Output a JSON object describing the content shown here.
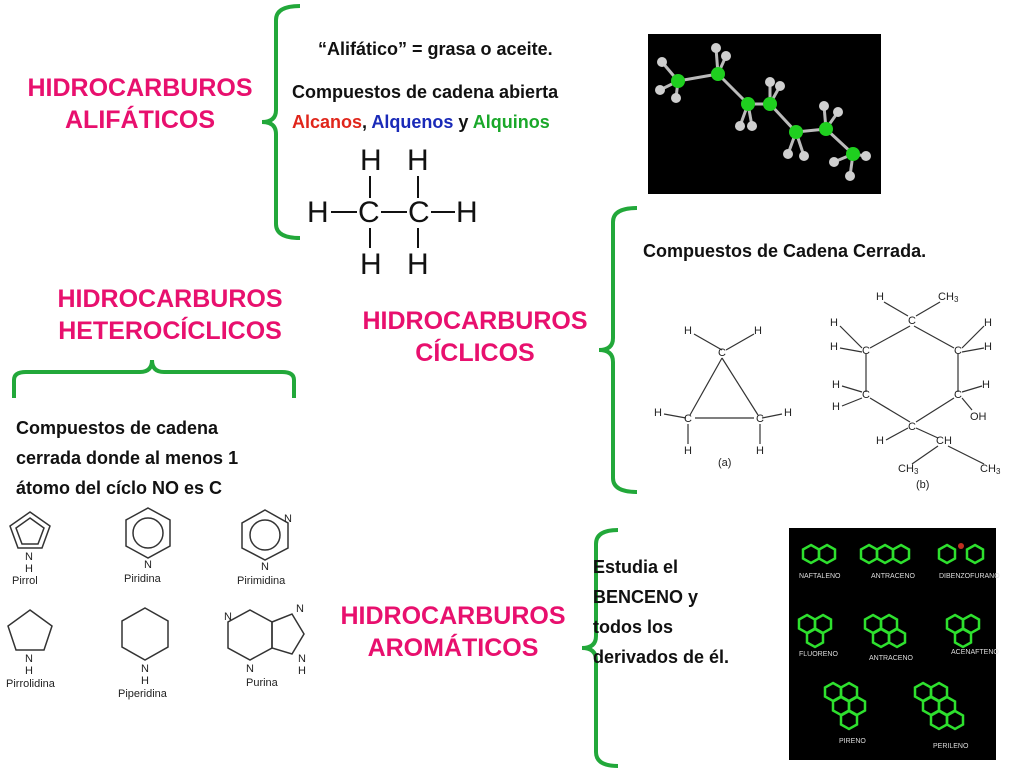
{
  "aliphatic": {
    "title_line1": "HIDROCARBUROS",
    "title_line2": "ALIFÁTICOS",
    "note": "“Alifático” = grasa o aceite.",
    "desc": "Compuestos de cadena abierta",
    "alcanos": "Alcanos",
    "sep1": ", ",
    "alquenos": "Alquenos",
    "sep2": " y ",
    "alquinos": "Alquinos",
    "formula_atoms": [
      "H",
      "H",
      "H",
      "C",
      "C",
      "H",
      "H",
      "H"
    ]
  },
  "heterocyclic": {
    "title_line1": "HIDROCARBUROS",
    "title_line2": "HETEROCÍCLICOS",
    "desc_line1": "Compuestos de cadena",
    "desc_line2": "cerrada donde al menos 1",
    "desc_line3": "átomo del cíclo NO es C",
    "molecules": [
      "Pirrol",
      "Piridina",
      "Pirimidina",
      "Pirrolidina",
      "Piperidina",
      "Purina"
    ]
  },
  "cyclic": {
    "title_line1": "HIDROCARBUROS",
    "title_line2": "CÍCLICOS",
    "desc": "Compuestos de Cadena Cerrada.",
    "label_a": "(a)",
    "label_b": "(b)"
  },
  "aromatic": {
    "title_line1": "HIDROCARBUROS",
    "title_line2": "AROMÁTICOS",
    "desc_line1": "Estudia el",
    "desc_line2": "BENCENO y",
    "desc_line3": "todos los",
    "desc_line4": "derivados de él.",
    "molecules": [
      "NAFTALENO",
      "ANTRACENO",
      "DIBENZOFURANO",
      "FLUORENO",
      "ANTRACENO",
      "ACENAFTENO",
      "PIRENO",
      "PERILENO"
    ]
  },
  "colors": {
    "title": "#e8106e",
    "bracket": "#22a83a",
    "alcanos": "#e0261b",
    "alquenos": "#1a2ab8",
    "alquinos": "#1aa82a"
  }
}
